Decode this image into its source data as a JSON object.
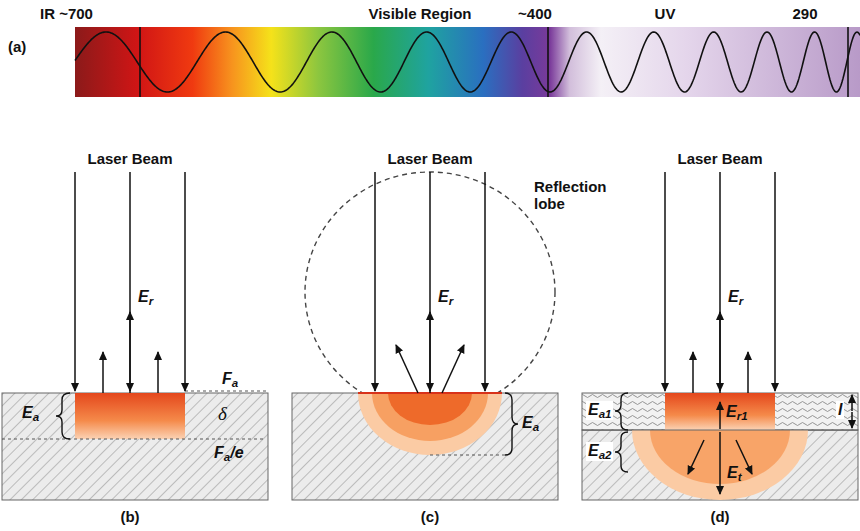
{
  "diagram": {
    "labels": [
      "(a)",
      "IR ~700",
      "Visible Region",
      "~400",
      "UV",
      "290",
      "Laser Beam",
      "Er",
      "Fa",
      "Ea",
      "δ",
      "Fa/e",
      "(b)",
      "Laser Beam",
      "Reflection lobe",
      "Er",
      "Ea",
      "(c)",
      "Laser Beam",
      "Er",
      "Ea1",
      "Er1",
      "l",
      "Ea2",
      "Et",
      "(d)"
    ]
  }
}
